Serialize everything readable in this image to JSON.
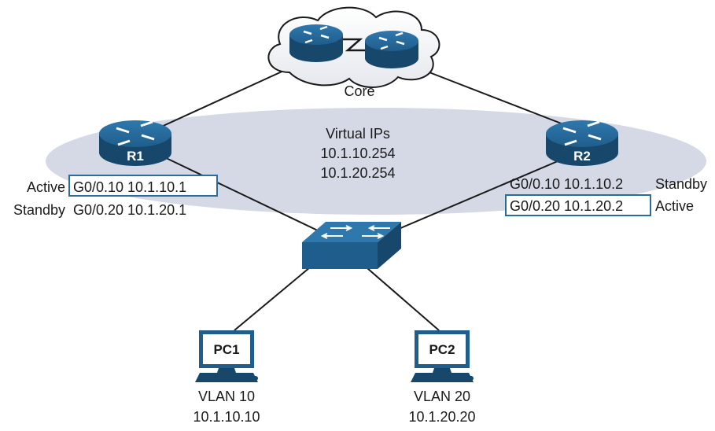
{
  "core": {
    "label": "Core"
  },
  "virtual_ips": {
    "title": "Virtual IPs",
    "ips": [
      "10.1.10.254",
      "10.1.20.254"
    ]
  },
  "r1": {
    "name": "R1",
    "line1": {
      "state": "Active",
      "iface": "G0/0.10 10.1.10.1"
    },
    "line2": {
      "state": "Standby",
      "iface": "G0/0.20 10.1.20.1"
    }
  },
  "r2": {
    "name": "R2",
    "line1": {
      "iface": "G0/0.10 10.1.10.2",
      "state": "Standby"
    },
    "line2": {
      "iface": "G0/0.20 10.1.20.2",
      "state": "Active"
    }
  },
  "pc1": {
    "name": "PC1",
    "vlan": "VLAN 10",
    "ip": "10.1.10.10"
  },
  "pc2": {
    "name": "PC2",
    "vlan": "VLAN 20",
    "ip": "10.1.20.20"
  },
  "colors": {
    "device_blue": "#1f5e8c",
    "device_dark": "#17476b",
    "ellipse_fill": "#d5d9e6",
    "highlight_box": "#2a6c9a",
    "link_line": "#1a1a1a"
  }
}
